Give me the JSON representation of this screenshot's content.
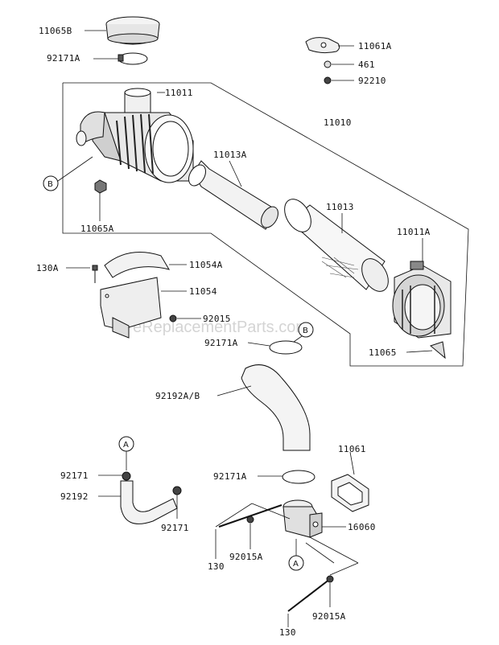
{
  "watermark": "eReplacementParts.com",
  "callouts": {
    "p11065B": "11065B",
    "p11061A": "11061A",
    "p461": "461",
    "p92210": "92210",
    "p92171A_top": "92171A",
    "p11011": "11011",
    "p11010": "11010",
    "p11013A": "11013A",
    "pB_left": "B",
    "p11065A": "11065A",
    "p11013": "11013",
    "p11011A": "11011A",
    "p130A": "130A",
    "p11054A": "11054A",
    "p11054": "11054",
    "p92015_mid": "92015",
    "pB_mid": "B",
    "p92171A_mid": "92171A",
    "p11065": "11065",
    "p92192AB": "92192A/B",
    "pA_left": "A",
    "p11061": "11061",
    "p92171_a": "92171",
    "p92192": "92192",
    "p92171A_low": "92171A",
    "p16060": "16060",
    "p92171_b": "92171",
    "p130_a": "130",
    "p92015A_a": "92015A",
    "pA_low": "A",
    "p130_b": "130",
    "p92015A_b": "92015A"
  }
}
